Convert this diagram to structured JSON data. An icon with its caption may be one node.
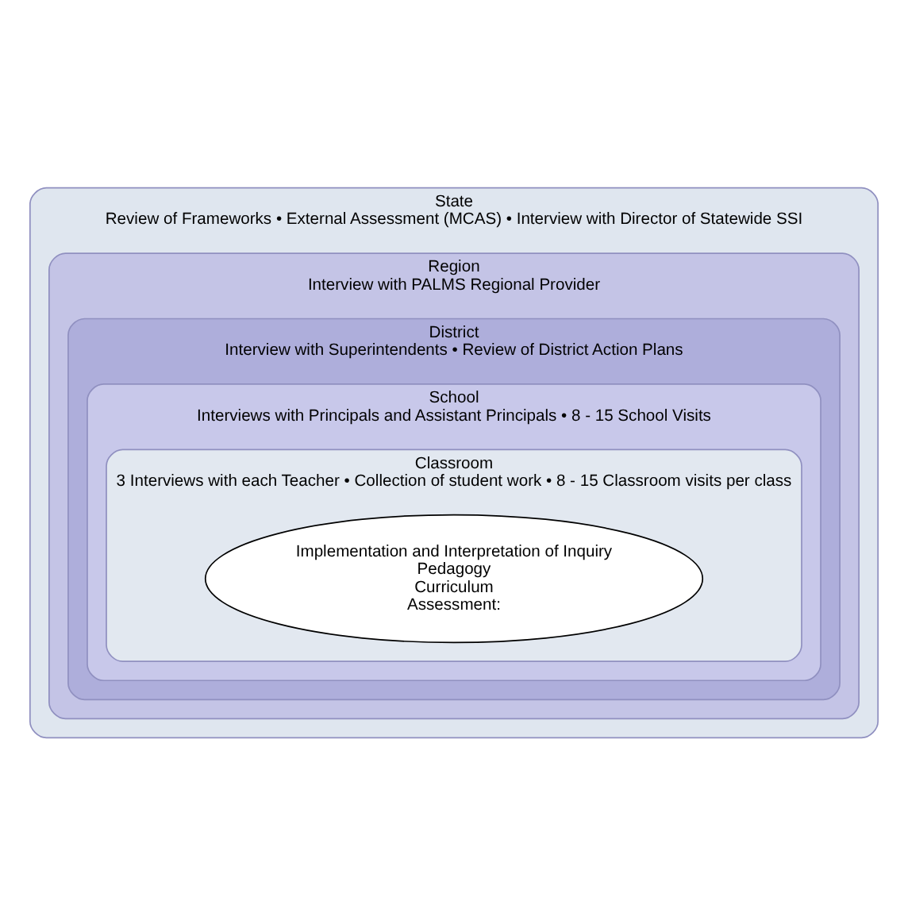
{
  "diagram": {
    "nodes": [
      {
        "text": [
          "State",
          "Review of Frameworks • External Assessment (MCAS) • Interview with Director of Statewide SSI"
        ]
      },
      {
        "text": [
          "Region",
          "Interview with PALMS Regional Provider"
        ],
        "in": 0
      },
      {
        "text": [
          "District",
          "Interview with Superintendents • Review of District Action Plans"
        ],
        "in": 1
      },
      {
        "text": [
          "School",
          "Interviews with Principals and Assistant Principals • 8 - 15 School Visits"
        ],
        "in": 2
      },
      {
        "text": [
          "Classroom",
          "3 Interviews with each Teacher • Collection of student work • 8 - 15 Classroom visits per class"
        ],
        "in": 3
      },
      {
        "text": [
          "Implementation and Interpretation of Inquiry",
          "Pedagogy",
          "Curriculum",
          "Assessment:"
        ],
        "in": 4
      }
    ]
  }
}
